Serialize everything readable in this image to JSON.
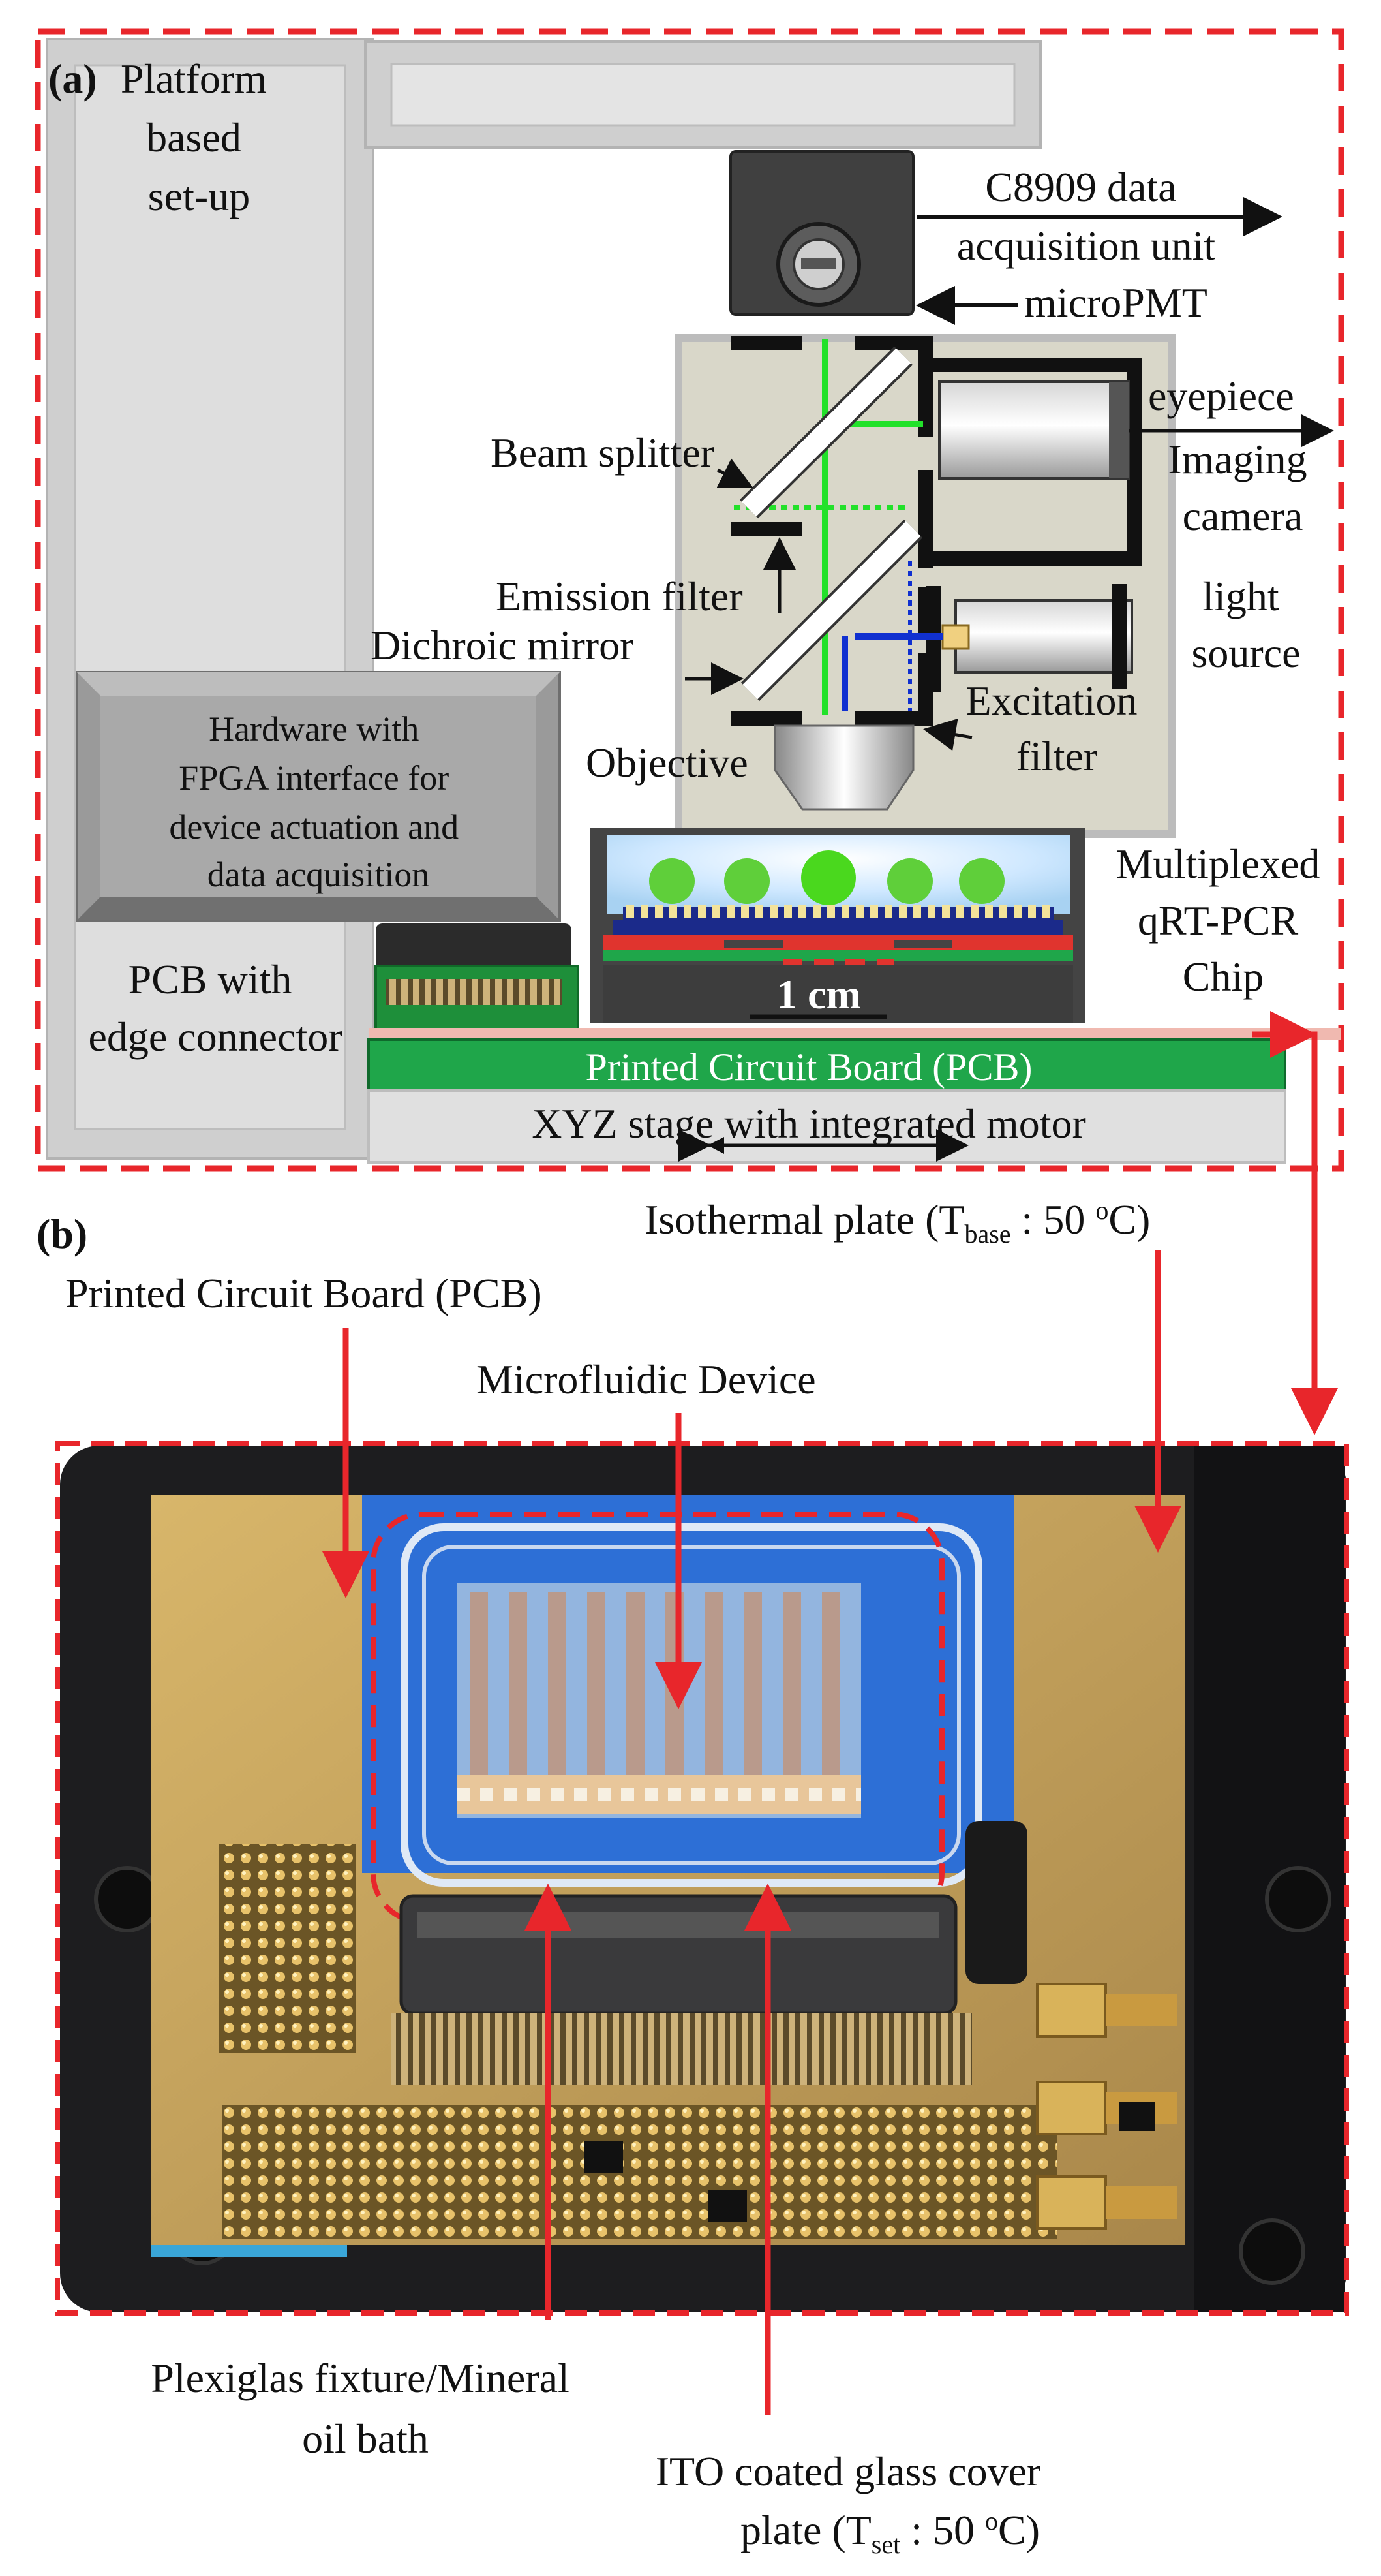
{
  "panel_a": {
    "panel_label": "(a)",
    "platform_label": [
      "Platform",
      "based",
      "set-up"
    ],
    "c8909_label": [
      "C8909 data",
      "acquisition unit"
    ],
    "micropmt_label": "microPMT",
    "beam_splitter_label": "Beam splitter",
    "eyepiece_label": "eyepiece",
    "imaging_camera_label": [
      "Imaging",
      "camera"
    ],
    "emission_filter_label": "Emission filter",
    "dichroic_mirror_label": "Dichroic mirror",
    "light_source_label": [
      "light",
      "source"
    ],
    "hardware_label": [
      "Hardware with",
      "FPGA interface for",
      "device actuation and",
      "data acquisition"
    ],
    "objective_label": "Objective",
    "excitation_filter_label": [
      "Excitation",
      "filter"
    ],
    "multiplexed_label": [
      "Multiplexed",
      "qRT-PCR",
      "Chip"
    ],
    "pcb_edge_label": [
      "PCB with",
      "edge connector"
    ],
    "scale_bar_label": "1 cm",
    "pcb_bar_label": "Printed Circuit Board (PCB)",
    "xyz_label": "XYZ stage with integrated motor"
  },
  "panel_b": {
    "panel_label": "(b)",
    "isothermal_label": {
      "pre": "Isothermal plate (T",
      "sub": "base",
      "post": " : 50 ",
      "deg": "o",
      "unit": "C)"
    },
    "pcb_label": "Printed Circuit Board (PCB)",
    "microfluidic_label": "Microfluidic Device",
    "plexiglas_label": [
      "Plexiglas fixture/Mineral",
      "oil bath"
    ],
    "ito_label_line1": "ITO coated glass cover",
    "ito_label_line2": {
      "pre": "plate (T",
      "sub": "set",
      "post": " : 50 ",
      "deg": "o",
      "unit": "C)"
    }
  },
  "colors": {
    "annotation_red": "#e8262b",
    "pcb_green": "#1fa64a",
    "filter_green": "#22e12a",
    "excitation_blue": "#1030d0",
    "frame_gray": "#cfcfcf",
    "pcb_gold": "#c9a65a",
    "chip_blue": "#2d6fd6"
  }
}
